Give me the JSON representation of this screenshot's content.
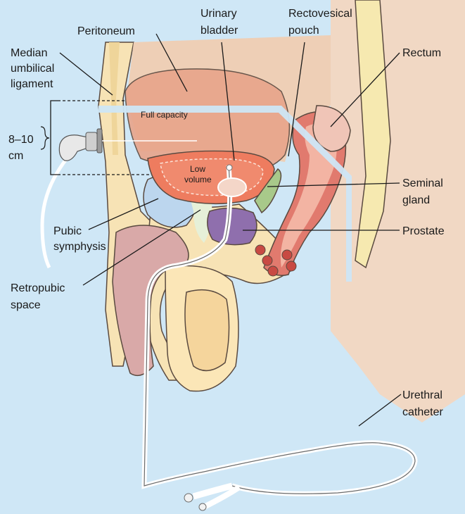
{
  "labels": {
    "peritoneum": "Peritoneum",
    "median_umbilical_1": "Median",
    "median_umbilical_2": "umbilical",
    "median_umbilical_3": "ligament",
    "urinary_bladder_1": "Urinary",
    "urinary_bladder_2": "bladder",
    "rectovesical_1": "Rectovesical",
    "rectovesical_2": "pouch",
    "rectum": "Rectum",
    "distance_1": "8–10",
    "distance_2": "cm",
    "full_capacity": "Full capacity",
    "low_volume_1": "Low",
    "low_volume_2": "volume",
    "seminal_1": "Seminal",
    "seminal_2": "gland",
    "pubic_1": "Pubic",
    "pubic_2": "symphysis",
    "prostate": "Prostate",
    "retropubic_1": "Retropubic",
    "retropubic_2": "space",
    "catheter_1": "Urethral",
    "catheter_2": "catheter"
  },
  "colors": {
    "background": "#cfe7f6",
    "bladder_full": "#e8a48a",
    "bladder_low": "#ee7c5f",
    "body_tissue": "#f7e3b5",
    "pubic_bone": "#bcd6ee",
    "prostate": "#8f6fad",
    "seminal": "#a8c98a",
    "rectum": "#e17a6e",
    "skin_shadow": "#eecfb6"
  }
}
